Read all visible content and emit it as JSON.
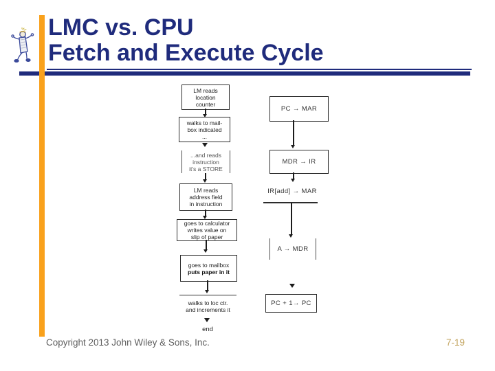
{
  "header": {
    "title_line1": "LMC vs. CPU",
    "title_line2": "Fetch and Execute Cycle"
  },
  "footer": {
    "copyright": "Copyright 2013 John Wiley & Sons, Inc.",
    "page_number": "7-19"
  },
  "colors": {
    "title_navy": "#1f2b7c",
    "accent_orange": "#F9A11C",
    "footer_gray": "#5e5e5e",
    "page_number_tan": "#C2A35D",
    "diagram_ink": "#1c1c1c"
  },
  "icons": {
    "little_man": "little-man-walking-icon"
  },
  "diagram": {
    "type": "flowchart",
    "lmc_steps": [
      {
        "lines": [
          "LM reads",
          "location",
          "counter"
        ]
      },
      {
        "lines": [
          "walks to mail-",
          "box indicated",
          "..."
        ]
      },
      {
        "lines": [
          "...and reads",
          "instruction",
          "it's a STORE"
        ]
      },
      {
        "lines": [
          "LM reads",
          "address field",
          "in instruction"
        ]
      },
      {
        "lines": [
          "goes to calculator",
          "writes value on",
          "slip of paper"
        ]
      },
      {
        "lines": [
          "goes to mailbox",
          "puts paper in it"
        ]
      },
      {
        "lines": [
          "walks to loc ctr.",
          "and increments it"
        ]
      }
    ],
    "lmc_end_label": "end",
    "cpu_steps": [
      {
        "label": "PC → MAR"
      },
      {
        "label": "MDR → IR"
      },
      {
        "label": "IR[add] → MAR"
      },
      {
        "label": "A → MDR"
      },
      {
        "label": "PC + 1→ PC"
      }
    ]
  }
}
